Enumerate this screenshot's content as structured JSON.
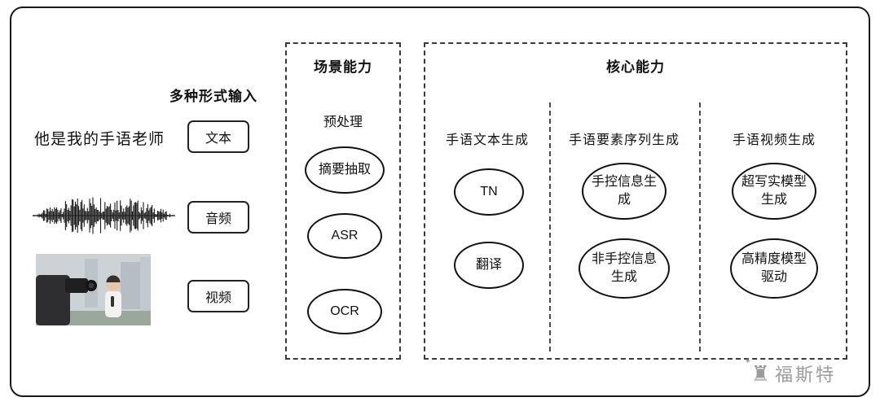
{
  "diagram": {
    "input_section": {
      "title": "多种形式输入",
      "text_example": "他是我的手语老师",
      "items": [
        {
          "label": "文本"
        },
        {
          "label": "音频"
        },
        {
          "label": "视频"
        }
      ]
    },
    "scene_section": {
      "title": "场景能力",
      "subtitle": "预处理",
      "nodes": [
        "摘要抽取",
        "ASR",
        "OCR"
      ]
    },
    "core_section": {
      "title": "核心能力",
      "columns": [
        {
          "heading": "手语文本生成",
          "nodes": [
            "TN",
            "翻译"
          ]
        },
        {
          "heading": "手语要素序列生成",
          "nodes": [
            "手控信息生成",
            "非手控信息生成"
          ]
        },
        {
          "heading": "手语视频生成",
          "nodes": [
            "超写实模型生成",
            "高精度模型驱动"
          ]
        }
      ]
    },
    "watermark": "福斯特",
    "icons": {
      "waveform": "audio-waveform",
      "photo": "video-thumbnail",
      "logo": "rook-tower"
    },
    "colors": {
      "border": "#1a1a1a",
      "dashed": "#3a3a3a",
      "watermark_gray": "#9b9b9b"
    }
  }
}
